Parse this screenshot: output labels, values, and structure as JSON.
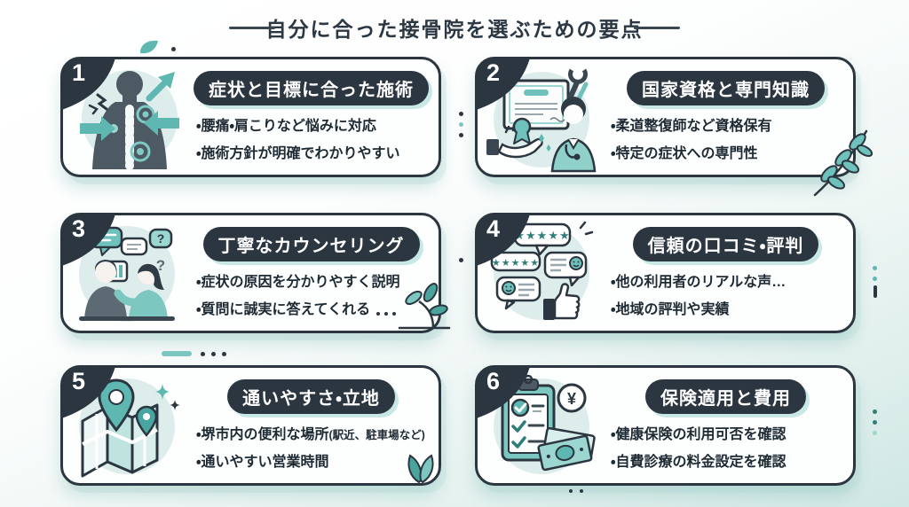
{
  "header": {
    "title": "自分に合った接骨院を選ぶための要点"
  },
  "accent_colors": {
    "dark_slate": "#2b3640",
    "teal": "#5fb7b1",
    "teal_light": "#9bd6d0",
    "icon_circle_bg": "#dcedeb",
    "bg_mint": "#d8ebe8"
  },
  "cards": [
    {
      "number": "1",
      "icon": "spine-treatment-icon",
      "title": "症状と目標に合った施術",
      "bullets": [
        {
          "text": "・腰痛・肩こりなど悩みに対応"
        },
        {
          "text": "・施術方針が明確でわかりやすい"
        }
      ]
    },
    {
      "number": "2",
      "icon": "certificate-doctor-icon",
      "title": "国家資格と専門知識",
      "bullets": [
        {
          "text": "・柔道整復師など資格保有"
        },
        {
          "text": "・特定の症状への専門性"
        }
      ]
    },
    {
      "number": "3",
      "icon": "counseling-chat-icon",
      "title": "丁寧なカウンセリング",
      "bullets": [
        {
          "text": "・症状の原因を分かりやすく説明"
        },
        {
          "text": "・質問に誠実に答えてくれる"
        }
      ]
    },
    {
      "number": "4",
      "icon": "reviews-rating-icon",
      "title": "信頼の口コミ・評判",
      "bullets": [
        {
          "text": "・他の利用者のリアルな声…"
        },
        {
          "text": "・地域の評判や実績"
        }
      ]
    },
    {
      "number": "5",
      "icon": "map-location-icon",
      "title": "通いやすさ・立地",
      "bullets": [
        {
          "text": "・堺市内の便利な場所",
          "note": "(駅近、駐車場など)"
        },
        {
          "text": "・通いやすい営業時間"
        }
      ]
    },
    {
      "number": "6",
      "icon": "insurance-cost-icon",
      "title": "保険適用と費用",
      "bullets": [
        {
          "text": "・健康保険の利用可否を確認"
        },
        {
          "text": "・自費診療の料金設定を確認"
        }
      ]
    }
  ],
  "decor": {
    "leaves": [
      "leaf-top-icon",
      "leaf-branch-icon",
      "leaf-sprig-icon",
      "leaf-twin-icon"
    ]
  }
}
